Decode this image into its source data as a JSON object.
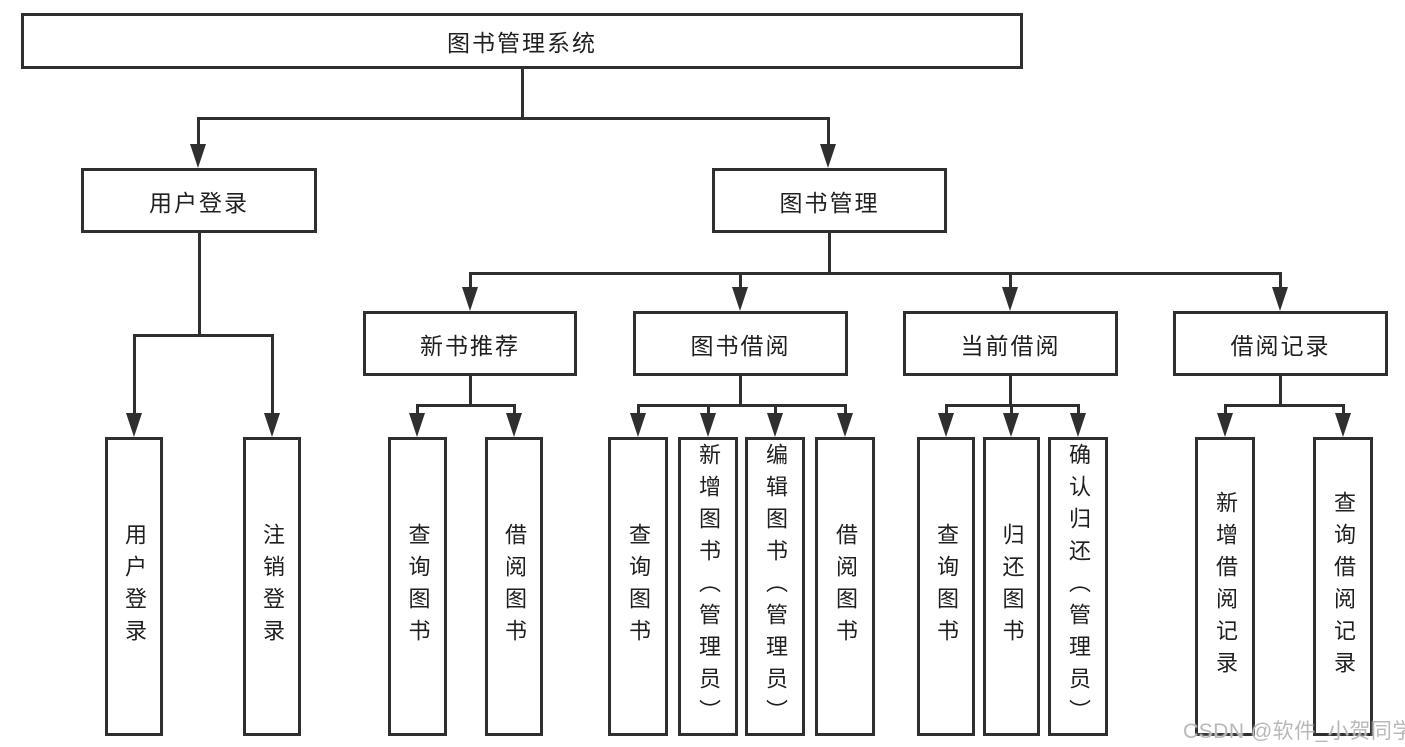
{
  "diagram": {
    "title": "图书管理系统",
    "root": "图书管理系统",
    "level2": {
      "user_login": "用户登录",
      "book_mgmt": "图书管理"
    },
    "level3": {
      "new_books": "新书推荐",
      "borrowing": "图书借阅",
      "current": "当前借阅",
      "records": "借阅记录"
    },
    "leaves": {
      "user_login": [
        "用户登录",
        "注销登录"
      ],
      "new_books": [
        "查询图书",
        "借阅图书"
      ],
      "borrowing": [
        "查询图书",
        "新增图书（管理员）",
        "编辑图书（管理员）",
        "借阅图书"
      ],
      "current": [
        "查询图书",
        "归还图书",
        "确认归还（管理员）"
      ],
      "records": [
        "新增借阅记录",
        "查询借阅记录"
      ]
    }
  },
  "watermark": "CSDN @软件_小贺同学",
  "colors": {
    "line": "#2f2f2f",
    "text": "#1f1f1f",
    "watermark": "#b9b9b9",
    "background": "#ffffff"
  }
}
